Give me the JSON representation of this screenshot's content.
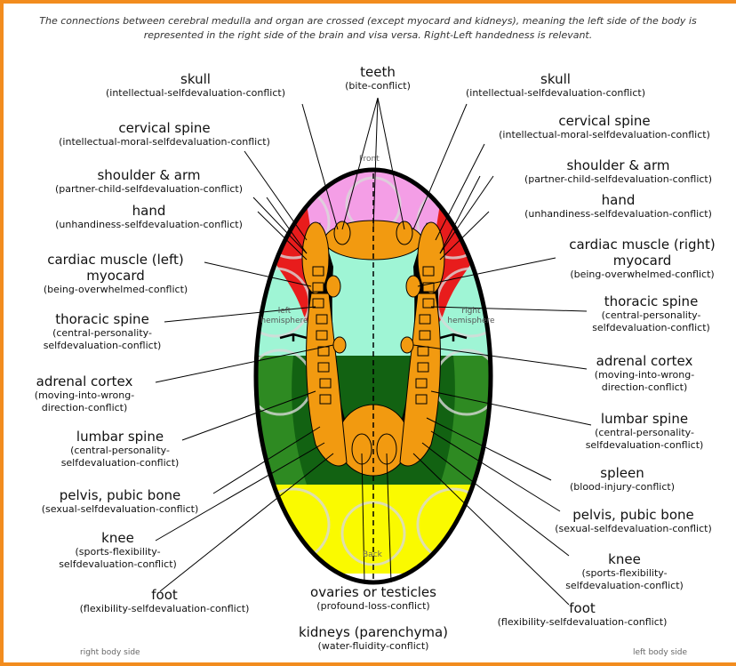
{
  "intro": "The connections between cerebral medulla and organ are crossed (except myocard and kidneys), meaning the left side of the body is represented in the right side of the brain and visa versa. Right-Left handedness is relevant.",
  "markers": {
    "front": "Front",
    "back": "Back",
    "left_hemisphere": "left hemisphere",
    "right_hemisphere": "right hemisphere"
  },
  "footer": {
    "right_body_side": "right body side",
    "left_body_side": "left body side"
  },
  "colors": {
    "frame": "#f28c1e",
    "pink": "#f49ee6",
    "red": "#e81c1c",
    "mint": "#9ff5d5",
    "dark_green": "#126212",
    "green": "#2e8a22",
    "yellow": "#fafa00",
    "orange": "#f29a10",
    "black": "#000000"
  },
  "labels": {
    "teeth": {
      "title": "teeth",
      "sub": "(bite-conflict)"
    },
    "skull_l": {
      "title": "skull",
      "sub": "(intellectual-selfdevaluation-conflict)"
    },
    "skull_r": {
      "title": "skull",
      "sub": "(intellectual-selfdevaluation-conflict)"
    },
    "cervical_l": {
      "title": "cervical spine",
      "sub": "(intellectual-moral-selfdevaluation-conflict)"
    },
    "cervical_r": {
      "title": "cervical spine",
      "sub": "(intellectual-moral-selfdevaluation-conflict)"
    },
    "shoulder_l": {
      "title": "shoulder & arm",
      "sub": "(partner-child-selfdevaluation-conflict)"
    },
    "shoulder_r": {
      "title": "shoulder & arm",
      "sub": "(partner-child-selfdevaluation-conflict)"
    },
    "hand_l": {
      "title": "hand",
      "sub": "(unhandiness-selfdevaluation-conflict)"
    },
    "hand_r": {
      "title": "hand",
      "sub": "(unhandiness-selfdevaluation-conflict)"
    },
    "cardiac_l": {
      "title": "cardiac muscle (left)",
      "title2": "myocard",
      "sub": "(being-overwhelmed-conflict)"
    },
    "cardiac_r": {
      "title": "cardiac muscle (right)",
      "title2": "myocard",
      "sub": "(being-overwhelmed-conflict)"
    },
    "thoracic_l": {
      "title": "thoracic spine",
      "sub": "(central-personality-",
      "sub2": "selfdevaluation-conflict)"
    },
    "thoracic_r": {
      "title": "thoracic spine",
      "sub": "(central-personality-",
      "sub2": "selfdevaluation-conflict)"
    },
    "adrenal_l": {
      "title": "adrenal cortex",
      "sub": "(moving-into-wrong-",
      "sub2": "direction-conflict)"
    },
    "adrenal_r": {
      "title": "adrenal cortex",
      "sub": "(moving-into-wrong-",
      "sub2": "direction-conflict)"
    },
    "lumbar_l": {
      "title": "lumbar spine",
      "sub": "(central-personality-",
      "sub2": "selfdevaluation-conflict)"
    },
    "lumbar_r": {
      "title": "lumbar spine",
      "sub": "(central-personality-",
      "sub2": "selfdevaluation-conflict)"
    },
    "spleen": {
      "title": "spleen",
      "sub": "(blood-injury-conflict)"
    },
    "pelvis_l": {
      "title": "pelvis, pubic bone",
      "sub": "(sexual-selfdevaluation-conflict)"
    },
    "pelvis_r": {
      "title": "pelvis, pubic bone",
      "sub": "(sexual-selfdevaluation-conflict)"
    },
    "knee_l": {
      "title": "knee",
      "sub": "(sports-flexibility-",
      "sub2": "selfdevaluation-conflict)"
    },
    "knee_r": {
      "title": "knee",
      "sub": "(sports-flexibility-",
      "sub2": "selfdevaluation-conflict)"
    },
    "foot_l": {
      "title": "foot",
      "sub": "(flexibility-selfdevaluation-conflict)"
    },
    "foot_r": {
      "title": "foot",
      "sub": "(flexibility-selfdevaluation-conflict)"
    },
    "ovaries": {
      "title": "ovaries or testicles",
      "sub": "(profound-loss-conflict)"
    },
    "kidneys": {
      "title": "kidneys (parenchyma)",
      "sub": "(water-fluidity-conflict)"
    }
  }
}
